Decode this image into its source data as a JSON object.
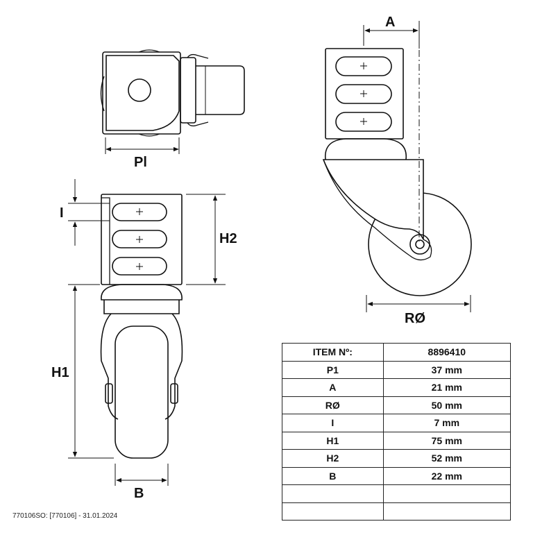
{
  "labels": {
    "pl": "Pl",
    "a": "A",
    "ro": "RØ",
    "i": "I",
    "h1": "H1",
    "h2": "H2",
    "b": "B"
  },
  "table": {
    "header": {
      "label": "ITEM Nº:",
      "value": "8896410"
    },
    "rows": [
      {
        "label": "P1",
        "value": "37 mm"
      },
      {
        "label": "A",
        "value": "21 mm"
      },
      {
        "label": "RØ",
        "value": "50 mm"
      },
      {
        "label": "I",
        "value": "7 mm"
      },
      {
        "label": "H1",
        "value": "75 mm"
      },
      {
        "label": "H2",
        "value": "52 mm"
      },
      {
        "label": "B",
        "value": "22 mm"
      },
      {
        "label": "",
        "value": ""
      },
      {
        "label": "",
        "value": ""
      }
    ]
  },
  "footer": "770106SO: [770106] - 31.01.2024"
}
